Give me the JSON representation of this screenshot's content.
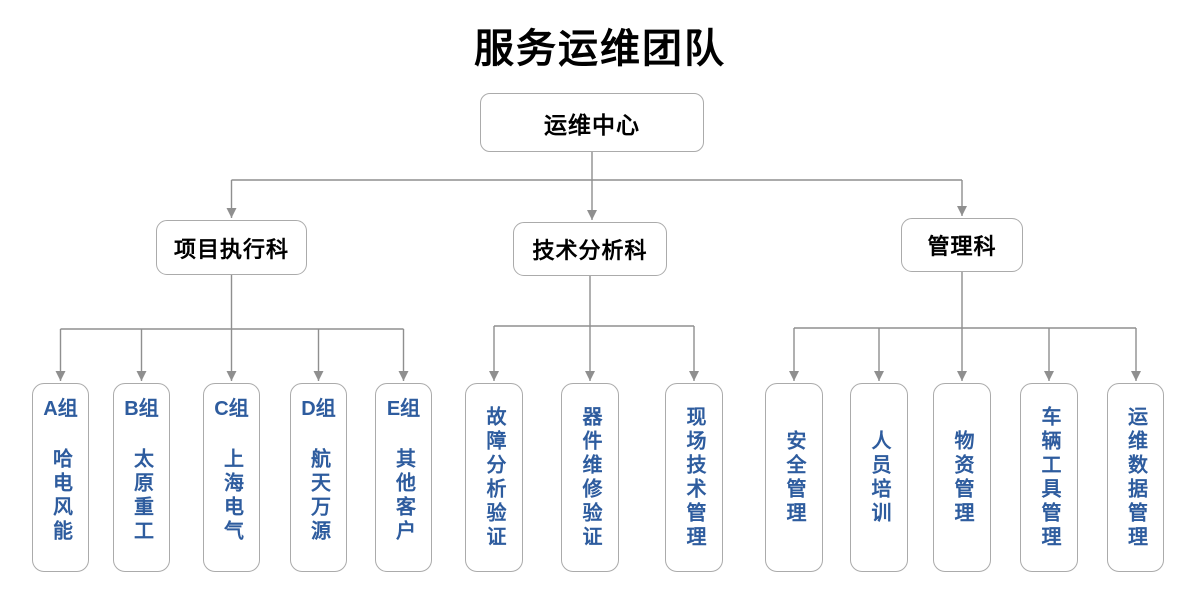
{
  "title": "服务运维团队",
  "root": {
    "label": "运维中心"
  },
  "sections": [
    {
      "label": "项目执行科",
      "children": [
        {
          "group": "A组",
          "name": "哈电风能"
        },
        {
          "group": "B组",
          "name": "太原重工"
        },
        {
          "group": "C组",
          "name": "上海电气"
        },
        {
          "group": "D组",
          "name": "航天万源"
        },
        {
          "group": "E组",
          "name": "其他客户"
        }
      ]
    },
    {
      "label": "技术分析科",
      "children": [
        {
          "name": "故障分析验证"
        },
        {
          "name": "器件维修验证"
        },
        {
          "name": "现场技术管理"
        }
      ]
    },
    {
      "label": "管理科",
      "children": [
        {
          "name": "安全管理"
        },
        {
          "name": "人员培训"
        },
        {
          "name": "物资管理"
        },
        {
          "name": "车辆工具管理"
        },
        {
          "name": "运维数据管理"
        }
      ]
    }
  ],
  "colors": {
    "line": "#8f8f8f",
    "box_border": "#ababab",
    "leaf_text": "#2e5c9e",
    "heading_text": "#000000",
    "background": "#ffffff"
  }
}
